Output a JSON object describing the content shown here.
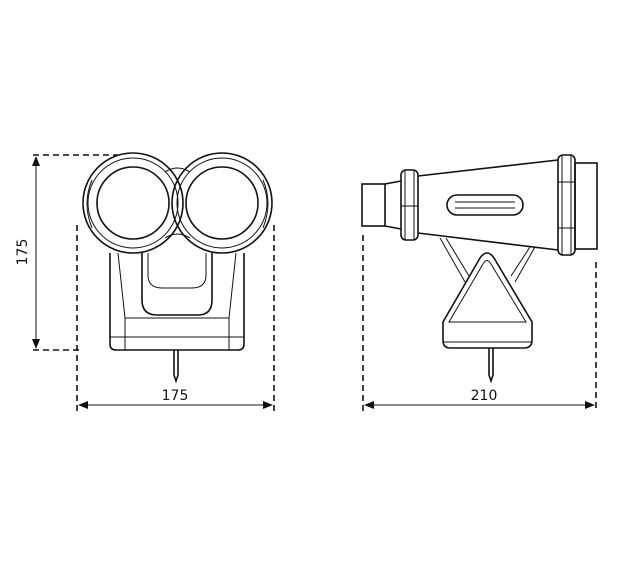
{
  "front_view": {
    "height_label": "175",
    "width_label": "175"
  },
  "side_view": {
    "width_label": "210"
  }
}
